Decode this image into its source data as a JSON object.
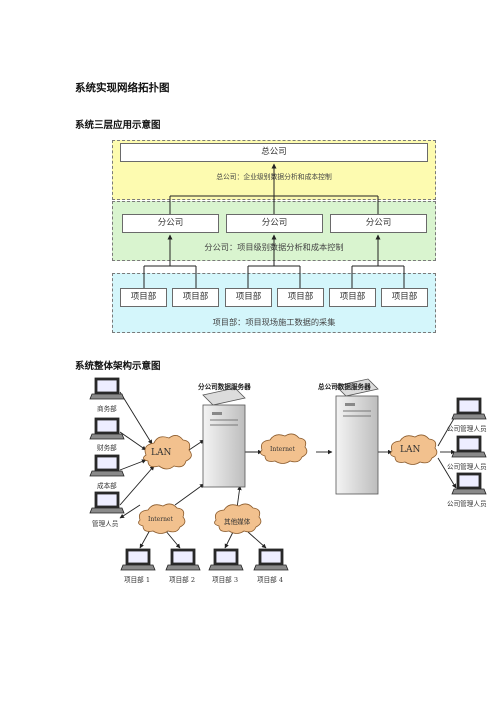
{
  "headings": {
    "main": "系统实现网络拓扑图",
    "three_layer": "系统三层应用示意图",
    "architecture": "系统整体架构示意图"
  },
  "three_layer": {
    "hq": {
      "box": "总公司",
      "caption": "总公司：企业级别数据分析和成本控制"
    },
    "branch": {
      "boxes": [
        "分公司",
        "分公司",
        "分公司"
      ],
      "caption": "分公司：项目级别数据分析和成本控制"
    },
    "project": {
      "boxes": [
        "项目部",
        "项目部",
        "项目部",
        "项目部",
        "项目部",
        "项目部"
      ],
      "caption": "项目部：项目现场施工数据的采集"
    }
  },
  "architecture": {
    "servers": {
      "branch": "分公司数据服务器",
      "hq": "总公司数据服务器"
    },
    "clouds": {
      "lan_left": "LAN",
      "internet_mid": "Internet",
      "lan_right": "LAN",
      "internet_bottom": "Internet",
      "other_media": "其他媒体"
    },
    "left_clients": [
      "商务部",
      "财务部",
      "成本部",
      "管理人员"
    ],
    "right_clients": [
      "公司管理人员",
      "公司管理人员",
      "公司管理人员"
    ],
    "bottom_clients": [
      "项目部 1",
      "项目部 2",
      "项目部 3",
      "项目部 4"
    ]
  },
  "colors": {
    "hq_layer": "#fdfbb0",
    "branch_layer": "#d9f4cf",
    "project_layer": "#d4f6fb"
  }
}
